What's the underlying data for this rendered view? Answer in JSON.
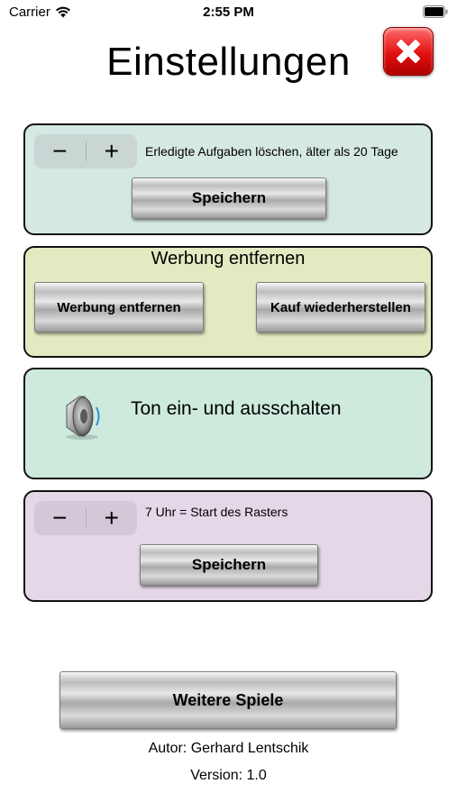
{
  "status_bar": {
    "carrier": "Carrier",
    "time": "2:55 PM"
  },
  "header": {
    "title": "Einstellungen",
    "close_icon": "red-x-close-icon"
  },
  "tasks_panel": {
    "minus": "−",
    "plus": "+",
    "label": "Erledigte Aufgaben löschen, älter als 20 Tage",
    "save_label": "Speichern"
  },
  "ads_panel": {
    "heading": "Werbung entfernen",
    "remove_ads_label": "Werbung entfernen",
    "restore_label": "Kauf wiederherstellen"
  },
  "sound_panel": {
    "icon": "speaker-icon",
    "label": "Ton ein- und ausschalten"
  },
  "grid_panel": {
    "minus": "−",
    "plus": "+",
    "label": "7 Uhr = Start des Rasters",
    "save_label": "Speichern"
  },
  "footer": {
    "more_games_label": "Weitere Spiele",
    "author": "Autor: Gerhard Lentschik",
    "version": "Version: 1.0"
  },
  "colors": {
    "panel_tasks": "#d5e8e4",
    "panel_ads": "#e3eac1",
    "panel_sound": "#cdeadd",
    "panel_grid": "#e4d7e7",
    "close_red": "#e01010"
  }
}
